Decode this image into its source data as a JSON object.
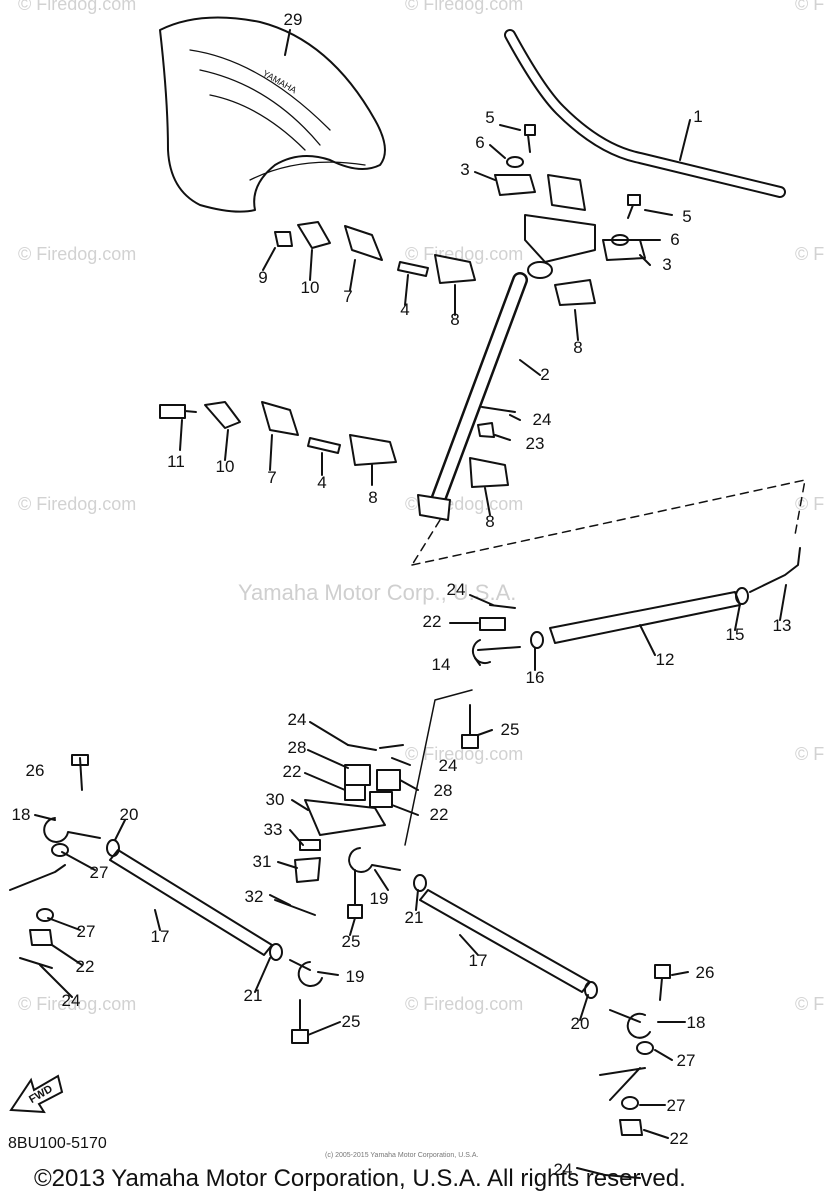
{
  "watermark": {
    "site": "© Firedog.com",
    "center": "Yamaha Motor Corp., U.S.A."
  },
  "diagram_code": "8BU100-5170",
  "fine_print": "(c) 2005-2015 Yamaha Motor Corporation, U.S.A.",
  "copyright": "©2013 Yamaha Motor Corporation, U.S.A. All rights reserved.",
  "fwd_label": "FWD",
  "seat_brand": "YAMAHA",
  "callouts": [
    "29",
    "1",
    "5",
    "6",
    "3",
    "5",
    "6",
    "3",
    "9",
    "10",
    "7",
    "4",
    "8",
    "8",
    "2",
    "11",
    "10",
    "7",
    "4",
    "8",
    "24",
    "23",
    "8",
    "24",
    "22",
    "14",
    "16",
    "12",
    "15",
    "13",
    "25",
    "24",
    "28",
    "24",
    "22",
    "28",
    "30",
    "22",
    "33",
    "19",
    "31",
    "21",
    "32",
    "25",
    "26",
    "18",
    "20",
    "27",
    "17",
    "27",
    "22",
    "24",
    "21",
    "19",
    "25",
    "17",
    "26",
    "20",
    "18",
    "27",
    "27",
    "22",
    "24"
  ]
}
